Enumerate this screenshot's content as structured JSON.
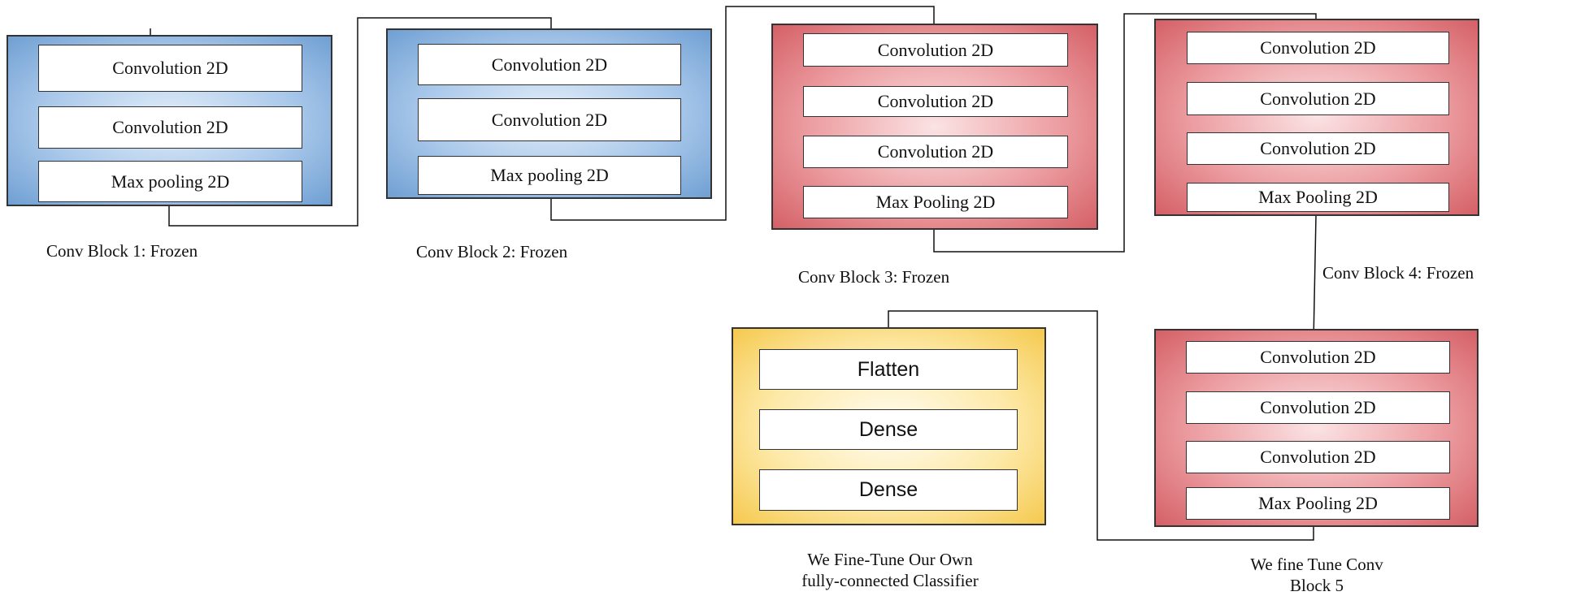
{
  "blocks": {
    "block1": {
      "layers": [
        "Convolution 2D",
        "Convolution 2D",
        "Max pooling 2D"
      ],
      "caption": "Conv Block 1: Frozen",
      "color": "#8fb6e2"
    },
    "block2": {
      "layers": [
        "Convolution 2D",
        "Convolution 2D",
        "Max pooling 2D"
      ],
      "caption": "Conv Block 2: Frozen",
      "color": "#8fb6e2"
    },
    "block3": {
      "layers": [
        "Convolution 2D",
        "Convolution 2D",
        "Convolution 2D",
        "Max Pooling 2D"
      ],
      "caption": "Conv Block 3: Frozen",
      "color": "#e3868b"
    },
    "block4": {
      "layers": [
        "Convolution 2D",
        "Convolution 2D",
        "Convolution 2D",
        "Max Pooling 2D"
      ],
      "caption": "Conv Block 4: Frozen",
      "color": "#e3868b"
    },
    "block5": {
      "layers": [
        "Convolution 2D",
        "Convolution 2D",
        "Convolution 2D",
        "Max Pooling 2D"
      ],
      "caption_line1": "We fine Tune Conv",
      "caption_line2": "Block 5",
      "color": "#e3868b"
    },
    "classifier": {
      "layers": [
        "Flatten",
        "Dense",
        "Dense"
      ],
      "caption_line1": "We Fine-Tune Our Own",
      "caption_line2": "fully-connected Classifier",
      "color": "#f8d46e"
    }
  }
}
